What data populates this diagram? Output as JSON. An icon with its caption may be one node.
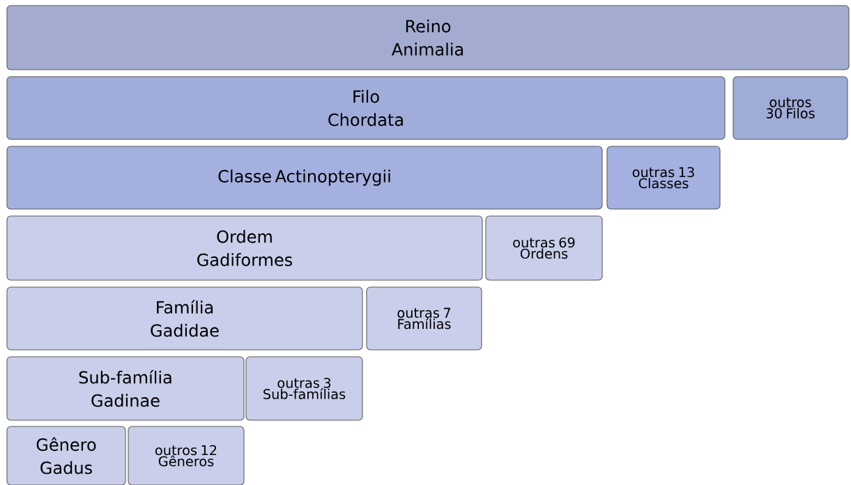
{
  "diagram": {
    "nodes": [
      {
        "text": [
          "Reino",
          "Animalia"
        ]
      },
      {
        "text": [
          "Filo",
          "Chordata"
        ]
      },
      {
        "text": [
          "outros 30 Filos"
        ]
      },
      {
        "text": [
          "Classe Actinopterygii"
        ]
      },
      {
        "text": [
          "outras 13 Classes"
        ]
      },
      {
        "text": [
          "Ordem",
          "Gadiformes"
        ]
      },
      {
        "text": [
          "outras 69 Ordens"
        ]
      },
      {
        "text": [
          "Família",
          "Gadidae"
        ]
      },
      {
        "text": [
          "outras 7 Famílias"
        ]
      },
      {
        "text": [
          "Sub-família",
          "Gadinae"
        ]
      },
      {
        "text": [
          "outras 3 Sub-famílias"
        ]
      },
      {
        "text": [
          "Gênero",
          "Gadus"
        ]
      },
      {
        "text": [
          "outros 12 Gêneros"
        ]
      }
    ]
  }
}
